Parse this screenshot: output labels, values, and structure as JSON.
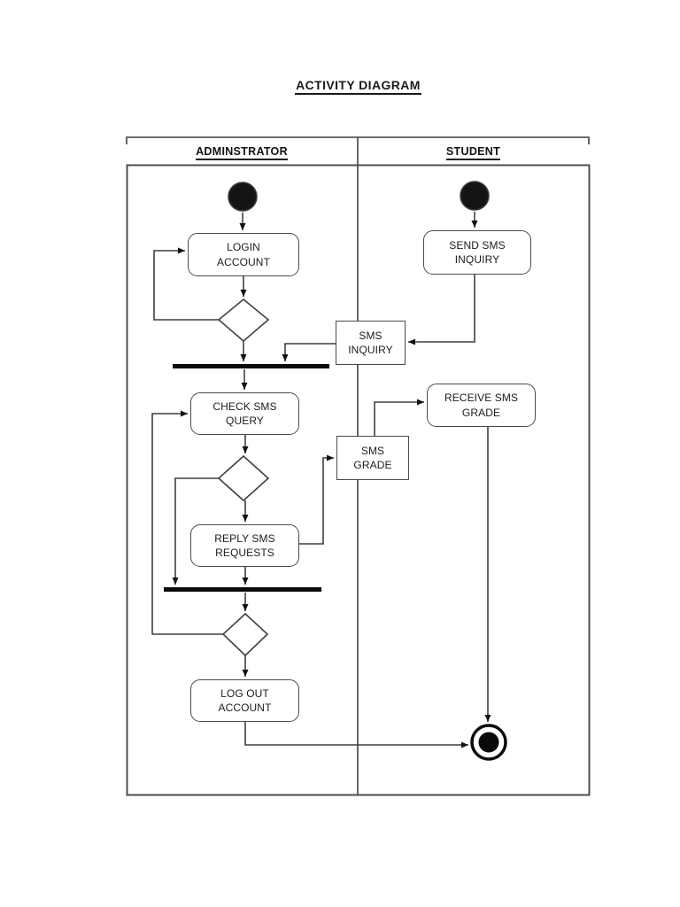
{
  "page": {
    "title": "ACTIVITY DIAGRAM"
  },
  "diagram": {
    "lanes": [
      {
        "id": "adminstrator",
        "label": "ADMINSTRATOR"
      },
      {
        "id": "student",
        "label": "STUDENT"
      }
    ],
    "nodes": {
      "login": {
        "label": "LOGIN\nACCOUNT",
        "shape": "rounded-activity",
        "lane": "adminstrator"
      },
      "send_sms": {
        "label": "SEND SMS\nINQUIRY",
        "shape": "rounded-activity",
        "lane": "student"
      },
      "sms_inquiry": {
        "label": "SMS\nINQUIRY",
        "shape": "rectangle-object",
        "lane": "between-lanes"
      },
      "check_sms": {
        "label": "CHECK SMS\nQUERY",
        "shape": "rounded-activity",
        "lane": "adminstrator"
      },
      "receive_sms": {
        "label": "RECEIVE SMS\nGRADE",
        "shape": "rounded-activity",
        "lane": "student"
      },
      "sms_grade": {
        "label": "SMS\nGRADE",
        "shape": "rectangle-object",
        "lane": "between-lanes"
      },
      "reply_sms": {
        "label": "REPLY SMS\nREQUESTS",
        "shape": "rounded-activity",
        "lane": "adminstrator"
      },
      "logout": {
        "label": "LOG OUT\nACCOUNT",
        "shape": "rounded-activity",
        "lane": "adminstrator"
      }
    },
    "control_nodes": {
      "start_admin": "initial-node",
      "start_student": "initial-node",
      "decision_1": "decision-diamond",
      "decision_2": "decision-diamond",
      "decision_3": "decision-diamond",
      "fork_bar": "synchronization-bar",
      "join_bar": "synchronization-bar",
      "final": "activity-final-node"
    },
    "edges": [
      {
        "from": "start_admin",
        "to": "login"
      },
      {
        "from": "login",
        "to": "decision_1"
      },
      {
        "from": "decision_1",
        "to": "login",
        "kind": "loop-back"
      },
      {
        "from": "decision_1",
        "to": "fork_bar"
      },
      {
        "from": "sms_inquiry",
        "to": "fork_bar"
      },
      {
        "from": "fork_bar",
        "to": "check_sms"
      },
      {
        "from": "check_sms",
        "to": "decision_2"
      },
      {
        "from": "decision_2",
        "to": "reply_sms"
      },
      {
        "from": "decision_2",
        "to": "join_bar",
        "kind": "loop"
      },
      {
        "from": "reply_sms",
        "to": "join_bar"
      },
      {
        "from": "reply_sms",
        "to": "sms_grade"
      },
      {
        "from": "join_bar",
        "to": "decision_3"
      },
      {
        "from": "decision_3",
        "to": "check_sms",
        "kind": "loop-back"
      },
      {
        "from": "decision_3",
        "to": "logout"
      },
      {
        "from": "logout",
        "to": "final"
      },
      {
        "from": "start_student",
        "to": "send_sms"
      },
      {
        "from": "send_sms",
        "to": "sms_inquiry"
      },
      {
        "from": "sms_grade",
        "to": "receive_sms"
      },
      {
        "from": "receive_sms",
        "to": "final"
      }
    ],
    "colors": {
      "line": "#3f3f3f",
      "node_border": "#4a4a4a",
      "node_fill": "#ffffff",
      "ink": "#111111",
      "bar": "#0a0a0a",
      "background": "#ffffff"
    }
  }
}
